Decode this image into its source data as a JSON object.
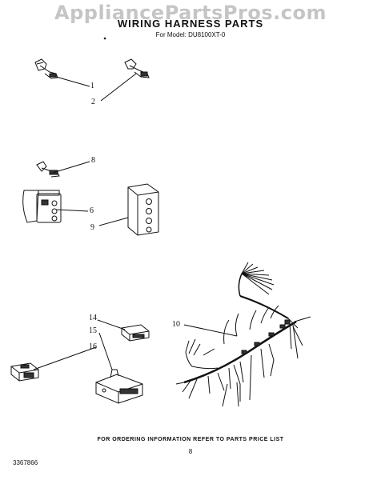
{
  "watermark": "AppliancePartsPros.com",
  "header": {
    "title": "WIRING HARNESS PARTS",
    "model": "For Model: DU8100XT-0"
  },
  "callouts": {
    "c1": "1",
    "c2": "2",
    "c8": "8",
    "c6": "6",
    "c9": "9",
    "c10": "10",
    "c14": "14",
    "c15": "15",
    "c16": "16"
  },
  "footer": {
    "note": "FOR ORDERING INFORMATION REFER TO PARTS PRICE LIST",
    "page": "8",
    "doc_number": "3367866"
  }
}
